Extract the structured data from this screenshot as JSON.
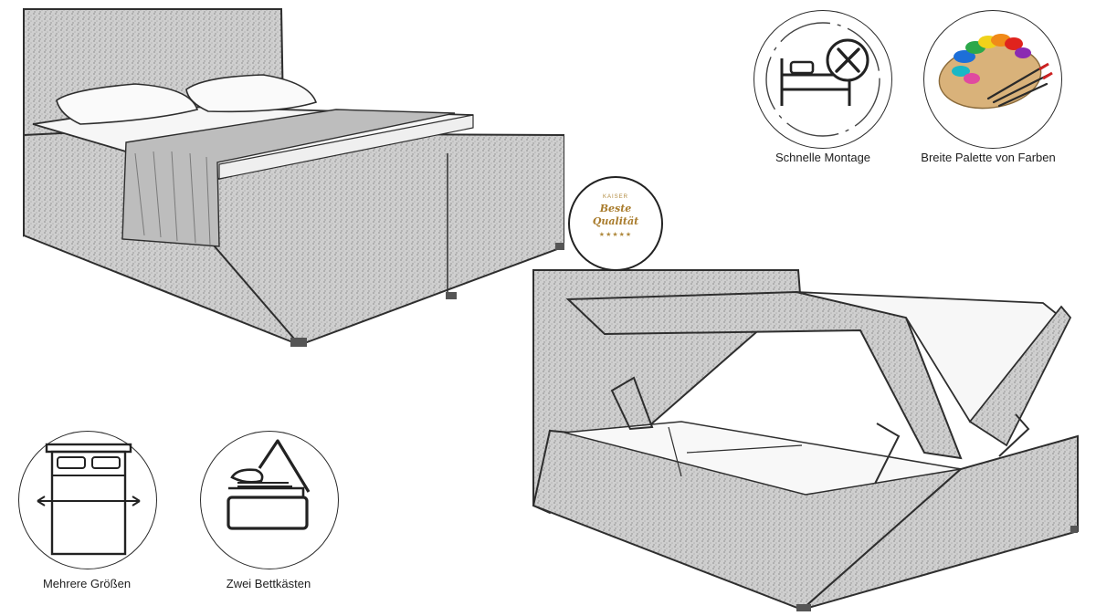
{
  "features": {
    "assembly": {
      "label": "Schnelle Montage",
      "icon": "bed-with-tools-icon"
    },
    "colors": {
      "label": "Breite Palette von Farben",
      "icon": "paint-palette-icon"
    },
    "sizes": {
      "label": "Mehrere Größen",
      "icon": "bed-size-arrows-icon"
    },
    "storage": {
      "label": "Zwei Bettkästen",
      "icon": "storage-box-icon"
    }
  },
  "badge": {
    "brand": "KAISER",
    "line1": "Beste",
    "line2": "Qualität",
    "stars": "★★★★★"
  },
  "colors": {
    "fabric": "#c9c9c9",
    "outline": "#2e2e2e",
    "gold": "#a97c2d",
    "palette_wood": "#d9b27a"
  }
}
